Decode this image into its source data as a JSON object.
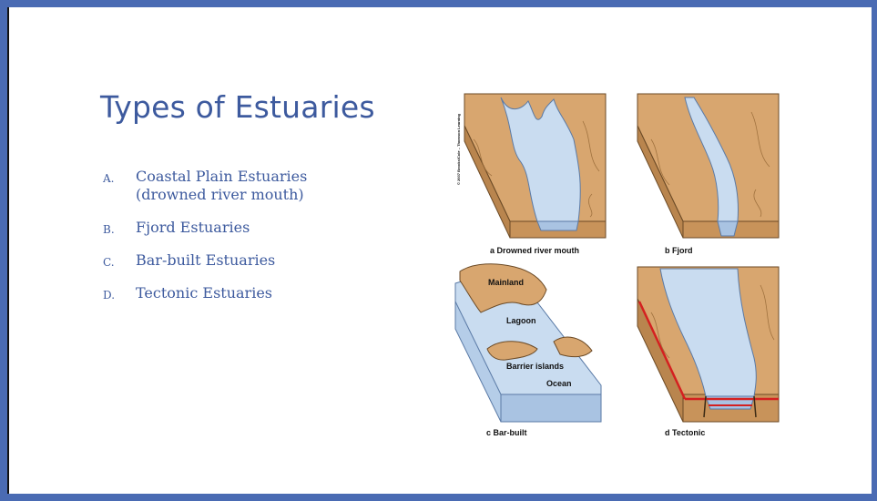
{
  "slide": {
    "title": "Types of Estuaries",
    "items": [
      {
        "marker": "A.",
        "text": "Coastal Plain Estuaries\n(drowned river mouth)"
      },
      {
        "marker": "B.",
        "text": "Fjord Estuaries"
      },
      {
        "marker": "C.",
        "text": "Bar-built Estuaries"
      },
      {
        "marker": "D.",
        "text": "Tectonic Estuaries"
      }
    ]
  },
  "figure": {
    "credit": "© 2007 Brooks/Cole – Thomson Learning",
    "panels": {
      "a": "a  Drowned river mouth",
      "b": "b  Fjord",
      "c": "c  Bar-built",
      "d": "d  Tectonic"
    },
    "labels": {
      "mainland": "Mainland",
      "lagoon": "Lagoon",
      "barrier_islands": "Barrier islands",
      "ocean": "Ocean"
    },
    "colors": {
      "land": "#d8a66f",
      "land_side": "#b9854e",
      "water": "#c9dcf0",
      "water_side": "#a9c3e2",
      "fault": "#d42020",
      "background": "#4a6bb3",
      "text": "#3d5a9e"
    }
  }
}
